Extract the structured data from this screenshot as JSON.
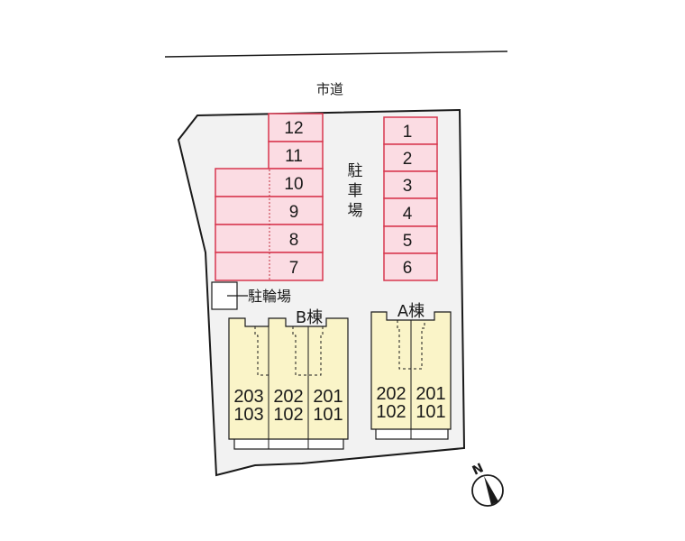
{
  "road": {
    "label": "市道"
  },
  "colors": {
    "lot_fill": "#f2f2f2",
    "parking_fill": "#fbdce3",
    "parking_stroke": "#d8374f",
    "building_fill": "#faf4c8",
    "outline": "#1a1a1a"
  },
  "parking": {
    "label_chars": [
      "駐",
      "車",
      "場"
    ],
    "right_column": [
      "1",
      "2",
      "3",
      "4",
      "5",
      "6"
    ],
    "left_column": [
      "12",
      "11",
      "10",
      "9",
      "8",
      "7"
    ]
  },
  "bicycle_parking": {
    "label": "駐輪場"
  },
  "buildings": {
    "B": {
      "label": "B棟",
      "units": [
        {
          "upper": "203",
          "lower": "103"
        },
        {
          "upper": "202",
          "lower": "102"
        },
        {
          "upper": "201",
          "lower": "101"
        }
      ]
    },
    "A": {
      "label": "A棟",
      "units": [
        {
          "upper": "202",
          "lower": "102"
        },
        {
          "upper": "201",
          "lower": "101"
        }
      ]
    }
  },
  "compass": {
    "label": "N"
  }
}
